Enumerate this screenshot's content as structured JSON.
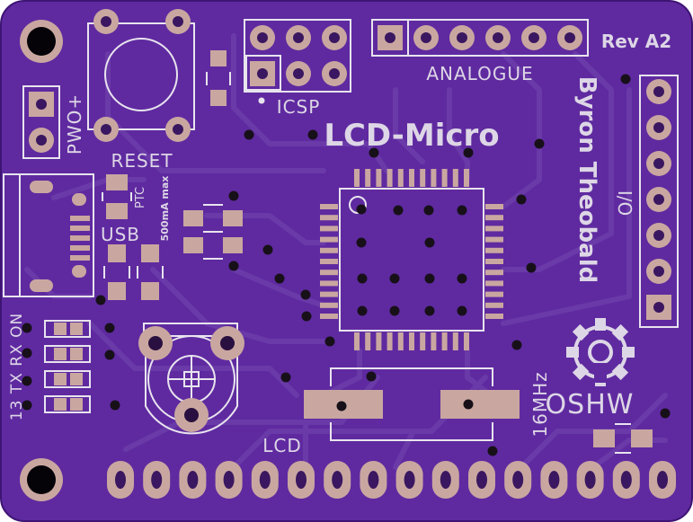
{
  "board": {
    "title": "LCD-Micro",
    "revision": "Rev A2",
    "author": "Byron Theobald",
    "oshw": "OSHW",
    "colors": {
      "board": "#5f2aa0",
      "edge": "#3e1474",
      "pad": "#c9a7a0",
      "silk": "#e8e4ee",
      "via": "#171019"
    }
  },
  "labels": {
    "reset": "RESET",
    "icsp": "ICSP",
    "analogue": "ANALOGUE",
    "power": "PWO+",
    "usb": "USB",
    "ptc": "PTC",
    "ptc_rating": "500mA max",
    "io": "I/O",
    "crystal": "16MHz",
    "lcd": "LCD",
    "leds": "13 TX RX ON"
  },
  "icons": {
    "oshw_logo": "gear-icon",
    "reset_button": "tactile-switch-icon"
  }
}
